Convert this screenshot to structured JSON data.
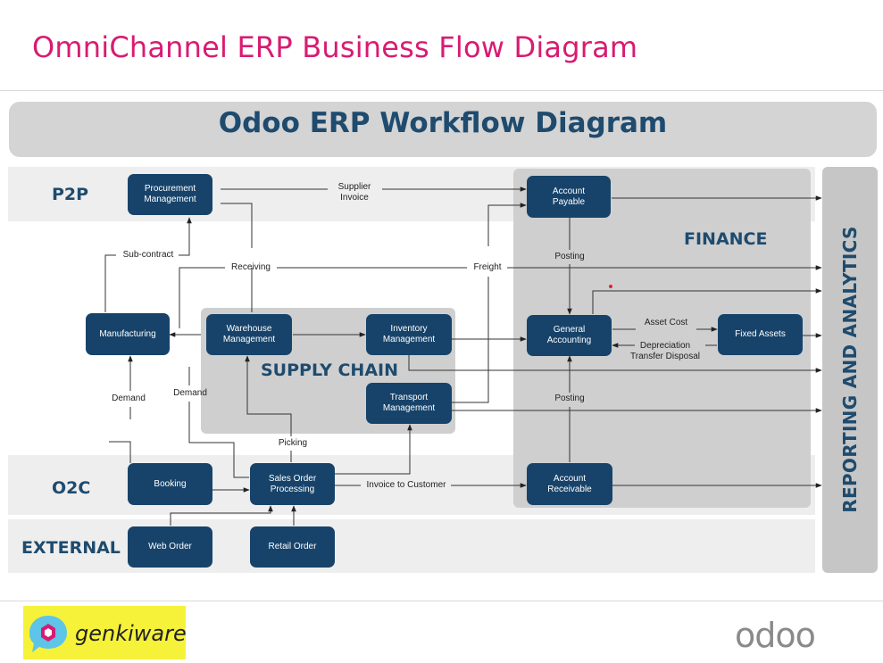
{
  "slide_title": "OmniChannel ERP Business Flow Diagram",
  "diagram_title": "Odoo ERP Workflow Diagram",
  "lanes": {
    "p2p": "P2P",
    "o2c": "O2C",
    "external": "EXTERNAL"
  },
  "sections": {
    "finance": "FINANCE",
    "supply_chain": "SUPPLY CHAIN",
    "reporting": "REPORTING AND ANALYTICS"
  },
  "nodes": {
    "procurement": "Procurement\nManagement",
    "manufacturing": "Manufacturing",
    "warehouse": "Warehouse\nManagement",
    "inventory": "Inventory\nManagement",
    "transport": "Transport\nManagement",
    "account_payable": "Account\nPayable",
    "general_accounting": "General\nAccounting",
    "fixed_assets": "Fixed Assets",
    "account_receivable": "Account\nReceivable",
    "booking": "Booking",
    "sales_order": "Sales Order\nProcessing",
    "web_order": "Web Order",
    "retail_order": "Retail Order"
  },
  "flow_labels": {
    "supplier_invoice": "Supplier\nInvoice",
    "sub_contract": "Sub-contract",
    "receiving": "Receiving",
    "freight": "Freight",
    "posting_top": "Posting",
    "posting_bottom": "Posting",
    "asset_cost": "Asset Cost",
    "depreciation": "Depreciation\nTransfer Disposal",
    "demand_left": "Demand",
    "demand_right": "Demand",
    "picking": "Picking",
    "invoice_to_customer": "Invoice to Customer"
  },
  "footer": {
    "partner_logo_text": "genkiware",
    "brand_logo_text": "odoo"
  },
  "colors": {
    "title": "#d81b72",
    "node": "#17436a",
    "heading": "#1e4b6e",
    "panel": "#cfcfcf",
    "band": "#eeeeee"
  }
}
